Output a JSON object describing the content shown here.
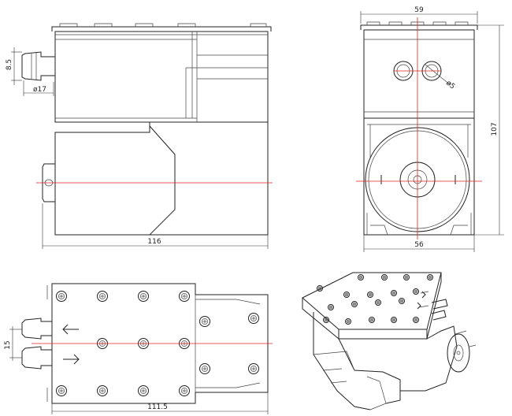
{
  "dimensions": {
    "side_height": "8.5",
    "side_port_dia": "ø17",
    "side_length": "116",
    "front_width_top": "59",
    "front_hole_dia": "ø5",
    "front_height": "107",
    "front_width_bottom": "56",
    "top_port_spacing": "15",
    "top_length": "111.5"
  }
}
